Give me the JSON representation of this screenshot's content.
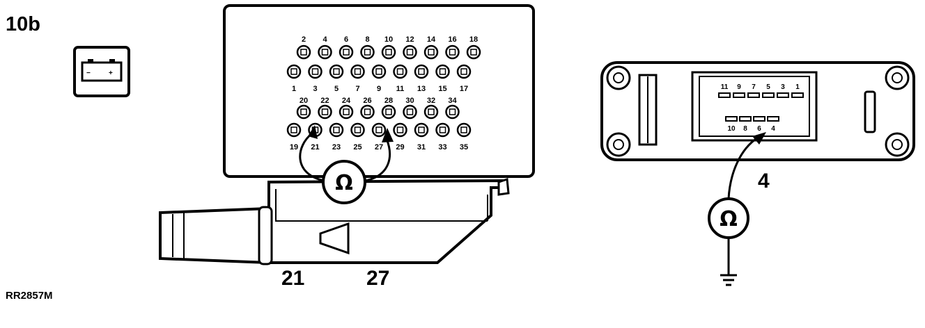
{
  "figure_id": "10b",
  "reference": "RR2857M",
  "battery_icon": {
    "icon": "battery-icon",
    "minus": "−",
    "plus": "+"
  },
  "ohm_symbol": "Ω",
  "connector_36": {
    "top_row_labels": [
      "2",
      "4",
      "6",
      "8",
      "10",
      "12",
      "14",
      "16",
      "18"
    ],
    "row2_labels": [
      "1",
      "3",
      "5",
      "7",
      "9",
      "11",
      "13",
      "15",
      "17"
    ],
    "row3_labels": [
      "20",
      "22",
      "24",
      "26",
      "28",
      "30",
      "32",
      "34"
    ],
    "row4_labels": [
      "19",
      "21",
      "23",
      "25",
      "27",
      "29",
      "31",
      "33",
      "35"
    ],
    "test_pins": [
      "21",
      "27"
    ]
  },
  "connector_11": {
    "top_labels": [
      "11",
      "9",
      "7",
      "5",
      "3",
      "1"
    ],
    "bottom_labels": [
      "10",
      "8",
      "6",
      "4"
    ],
    "test_pin": "4"
  },
  "ground_icon": "ground-icon"
}
